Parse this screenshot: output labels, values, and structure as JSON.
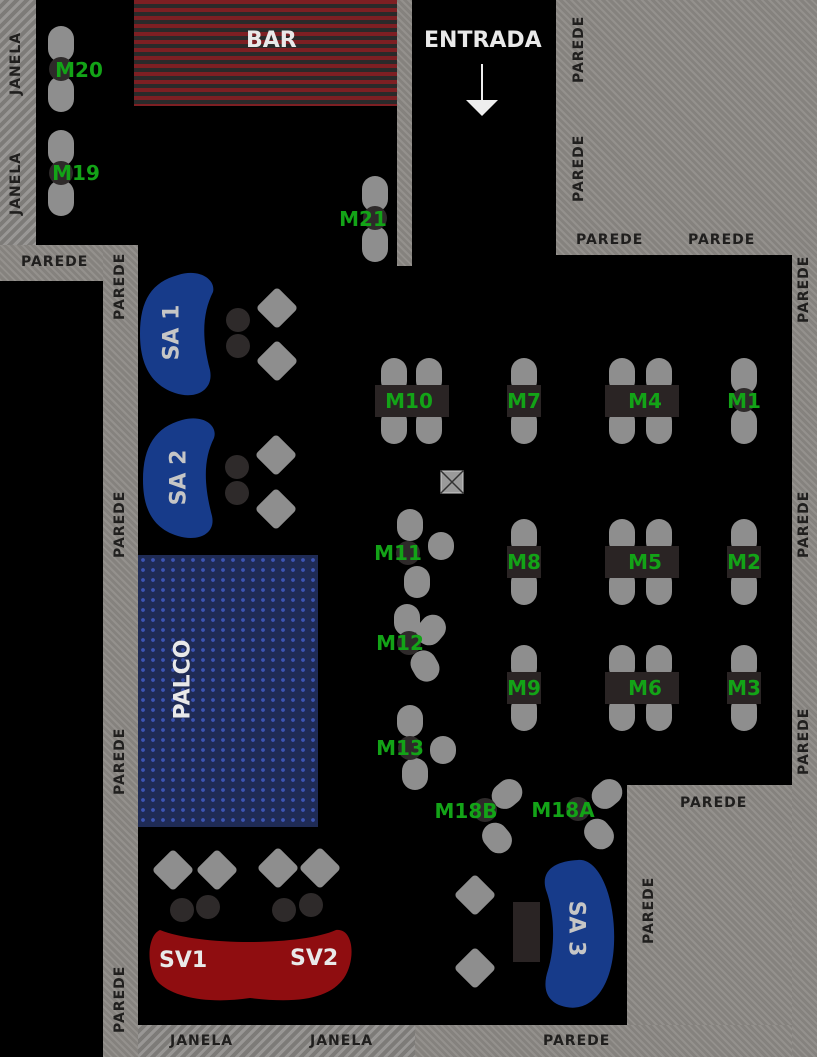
{
  "labels": {
    "bar": "BAR",
    "entrada": "ENTRADA",
    "palco": "PALCO",
    "parede": "PAREDE",
    "janela": "JANELA"
  },
  "sofas": {
    "sa1": "SA 1",
    "sa2": "SA 2",
    "sa3": "SA 3",
    "sv1": "SV1",
    "sv2": "SV2"
  },
  "tables": {
    "m1": "M1",
    "m2": "M2",
    "m3": "M3",
    "m4": "M4",
    "m5": "M5",
    "m6": "M6",
    "m7": "M7",
    "m8": "M8",
    "m9": "M9",
    "m10": "M10",
    "m11": "M11",
    "m12": "M12",
    "m13": "M13",
    "m18a": "M18A",
    "m18b": "M18B",
    "m19": "M19",
    "m20": "M20",
    "m21": "M21"
  },
  "colors": {
    "table_label": "#13a317",
    "sofa_blue": "#173b8a",
    "sofa_red": "#8f0d10",
    "bar_red": "#7d1f23",
    "wall": "#8d8a86"
  }
}
